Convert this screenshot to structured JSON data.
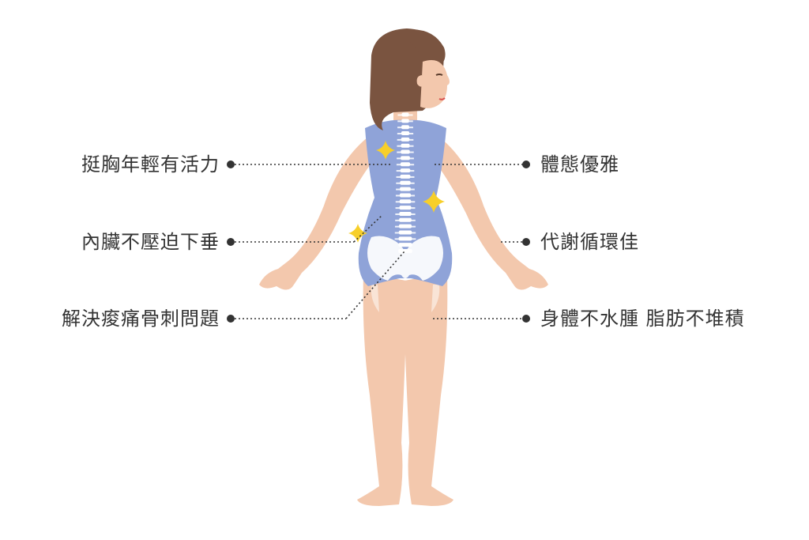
{
  "labels": {
    "left": [
      "挺胸年輕有活力",
      "內臟不壓迫下垂",
      "解決痠痛骨刺問題"
    ],
    "right": [
      "體態優雅",
      "代謝循環佳",
      "身體不水腫 脂肪不堆積"
    ]
  },
  "colors": {
    "hair": "#7a5440",
    "skin": "#f3c8ad",
    "garment": "#8fa3d8",
    "bone": "#ffffff",
    "sparkle": "#f7cf2a",
    "text": "#333333",
    "leader": "#333333"
  }
}
